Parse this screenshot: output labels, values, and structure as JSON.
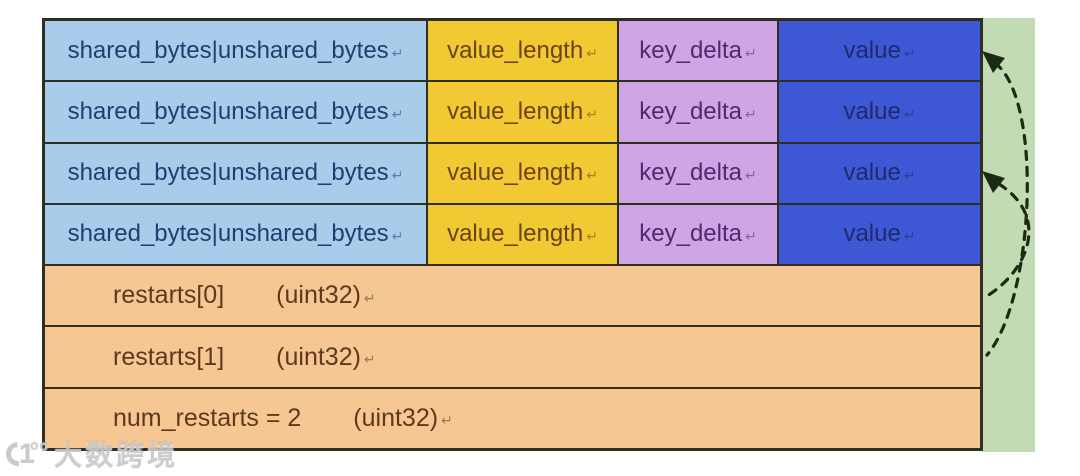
{
  "colors": {
    "shared_cell": "#a9cceb",
    "length_cell": "#f1ca33",
    "key_delta_cell": "#cfa5e5",
    "value_cell": "#3e57d5",
    "trailer_cell": "#f6c693",
    "green_strip": "#c2dbb3",
    "border": "#2e2f20",
    "arrow": "#1c2a14"
  },
  "table": {
    "return_mark": "↵",
    "record_rows": [
      {
        "shared": "shared_bytes|unshared_bytes",
        "value_length": "value_length",
        "key_delta": "key_delta",
        "value": "value"
      },
      {
        "shared": "shared_bytes|unshared_bytes",
        "value_length": "value_length",
        "key_delta": "key_delta",
        "value": "value"
      },
      {
        "shared": "shared_bytes|unshared_bytes",
        "value_length": "value_length",
        "key_delta": "key_delta",
        "value": "value"
      },
      {
        "shared": "shared_bytes|unshared_bytes",
        "value_length": "value_length",
        "key_delta": "key_delta",
        "value": "value"
      }
    ],
    "trailer_rows": [
      {
        "name": "restarts[0]",
        "type": "(uint32)"
      },
      {
        "name": "restarts[1]",
        "type": "(uint32)"
      },
      {
        "name": "num_restarts = 2",
        "type": "(uint32)"
      }
    ]
  },
  "watermark": {
    "logo_digit": "1",
    "logo_sup": "oo",
    "text": "大数跨境"
  }
}
